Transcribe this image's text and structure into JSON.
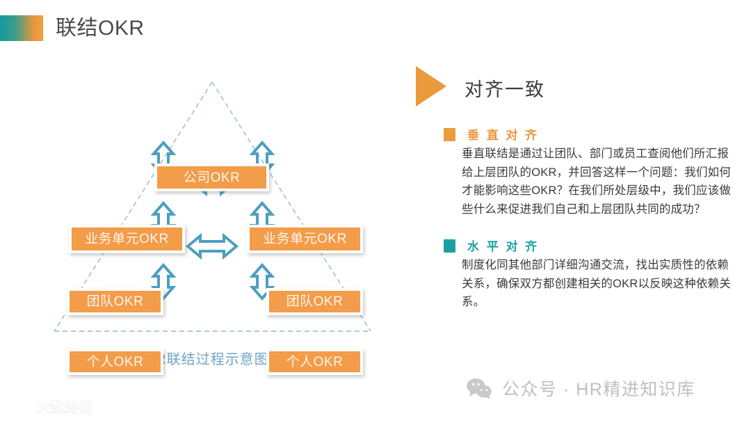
{
  "slide": {
    "title": "联结OKR",
    "accent_orange": "#f39c4a",
    "accent_teal": "#1ba0a2",
    "arrow_blue": "#4c9fc0"
  },
  "diagram": {
    "caption": "OKR联结过程示意图",
    "boxes": {
      "company": "公司OKR",
      "business_unit_left": "业务单元OKR",
      "business_unit_right": "业务单元OKR",
      "team_left": "团队OKR",
      "team_right": "团队OKR",
      "individual_left": "个人OKR",
      "individual_right": "个人OKR"
    },
    "arrow_icon": "double-headed-arrow"
  },
  "right_panel": {
    "heading": "对齐一致",
    "triangle_icon": "play-triangle",
    "sections": [
      {
        "title": "垂 直 对 齐",
        "bullet_color": "#eb9b3f",
        "body": "垂直联结是通过让团队、部门或员工查阅他们所汇报给上层团队的OKR，并回答这样一个问题：我们如何才能影响这些OKR？在我们所处层级中，我们应该做些什么来促进我们自己和上层团队共同的成功？"
      },
      {
        "title": "水 平 对 齐",
        "bullet_color": "#1ba0a2",
        "body": "制度化同其他部门详细沟通交流，找出实质性的依赖关系，确保双方都创建相关的OKR以反映这种依赖关系。"
      }
    ]
  },
  "footer": {
    "icon": "wechat-icon",
    "text": "公众号 · HR精进知识库"
  },
  "watermark": {
    "icon": "dashu-logo",
    "text": "大数跨境"
  }
}
